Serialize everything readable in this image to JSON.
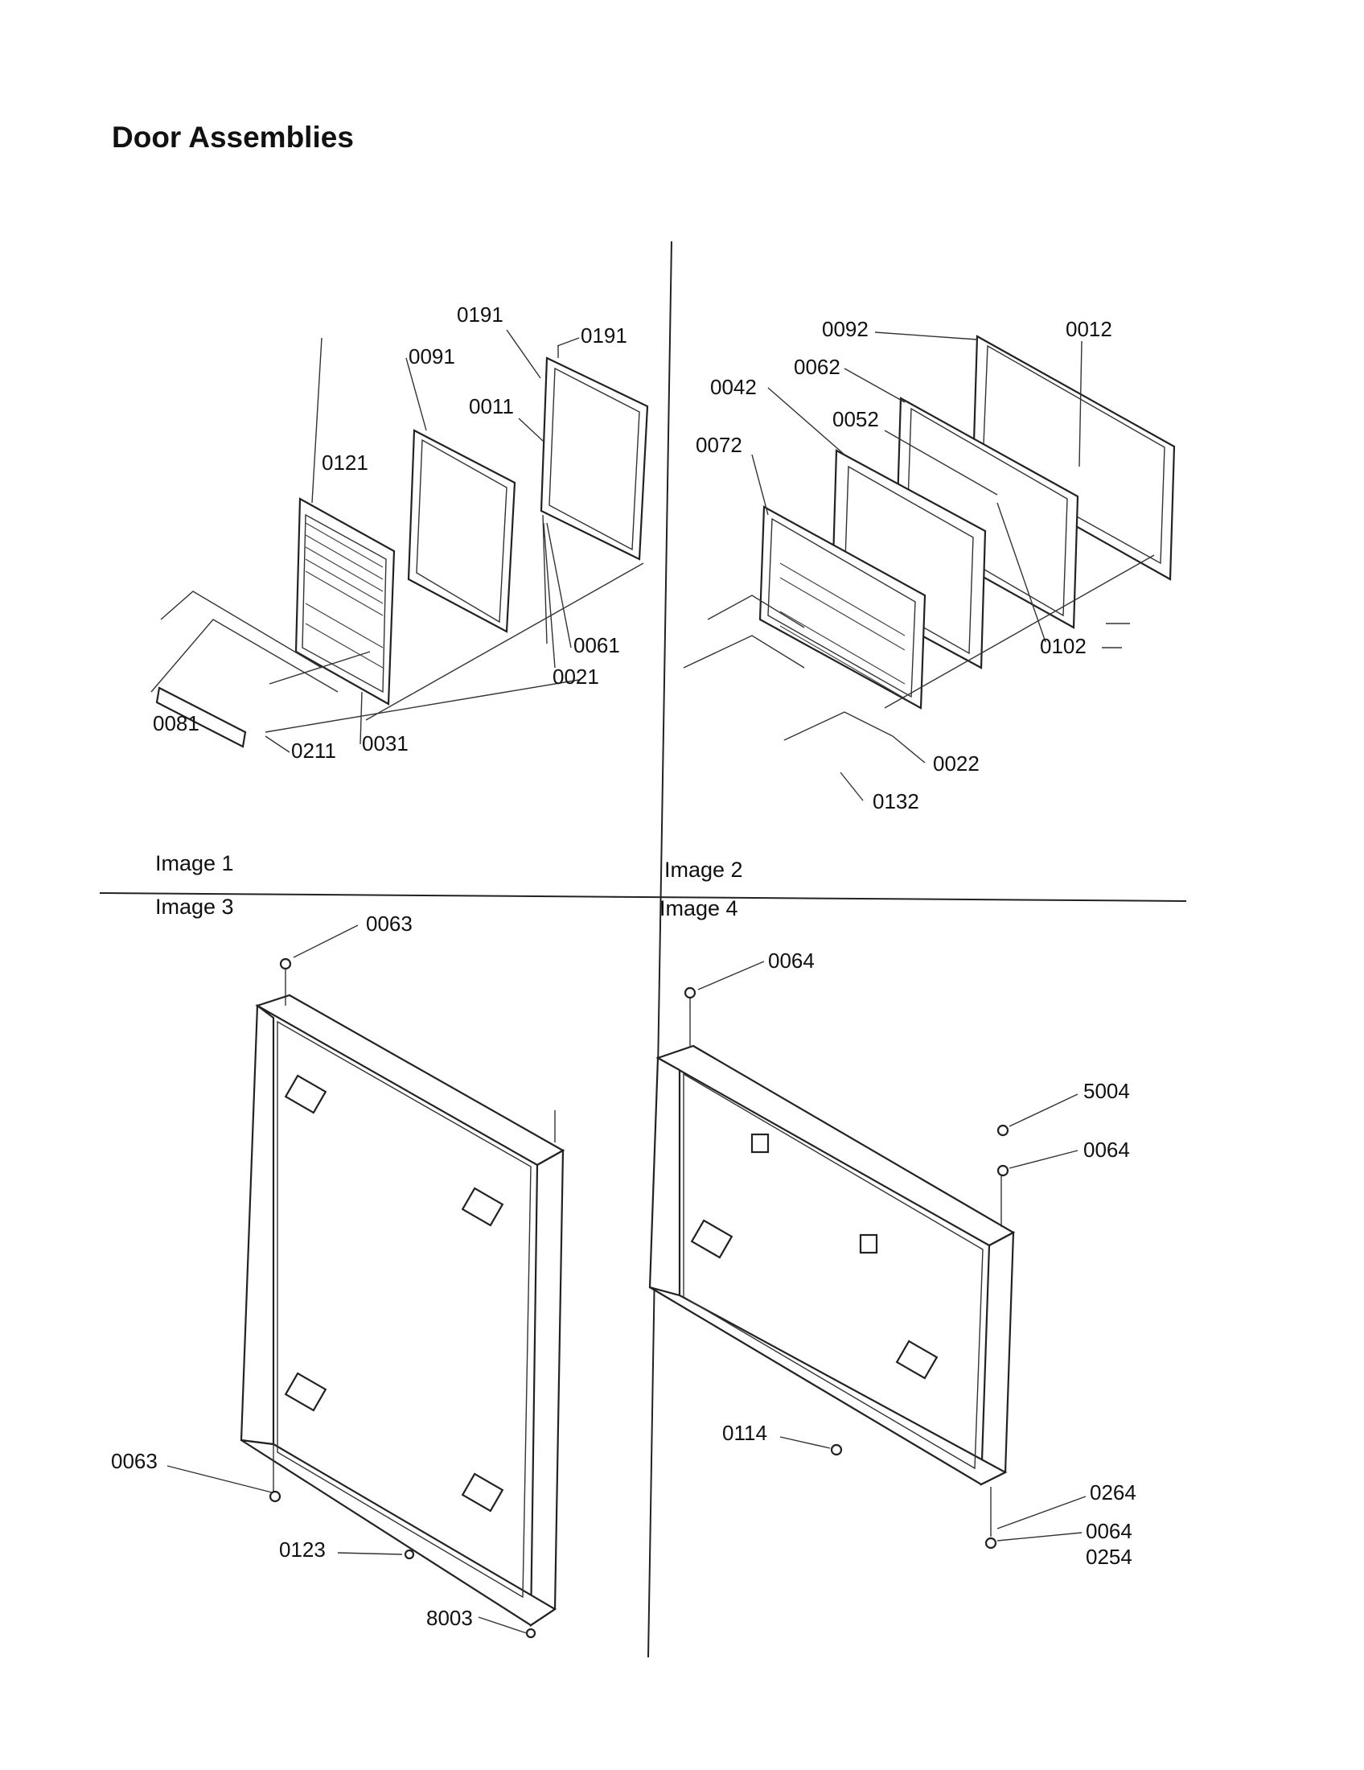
{
  "page": {
    "title": "Door Assemblies"
  },
  "panels": [
    {
      "id": "image1",
      "label": "Image 1",
      "callouts": [
        "0191",
        "0191",
        "0091",
        "0011",
        "0121",
        "0061",
        "0021",
        "0081",
        "0211",
        "0031"
      ]
    },
    {
      "id": "image2",
      "label": "Image 2",
      "callouts": [
        "0092",
        "0012",
        "0062",
        "0042",
        "0052",
        "0072",
        "0102",
        "0022",
        "0132"
      ]
    },
    {
      "id": "image3",
      "label": "Image 3",
      "callouts": [
        "0063",
        "0063",
        "0123",
        "8003"
      ]
    },
    {
      "id": "image4",
      "label": "Image 4",
      "callouts": [
        "0064",
        "5004",
        "0064",
        "0114",
        "0264",
        "0064",
        "0254"
      ]
    }
  ]
}
